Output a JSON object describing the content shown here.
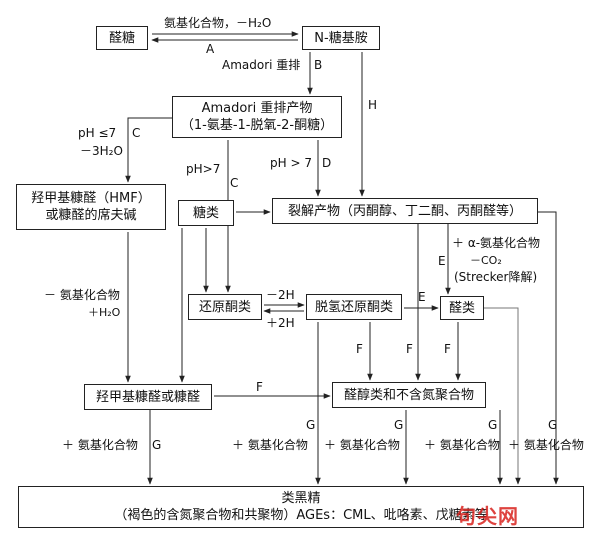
{
  "boxes": {
    "aldose": "醛糖",
    "n_glycosylamine": "N-糖基胺",
    "amadori_product_line1": "Amadori 重排产物",
    "amadori_product_line2": "（1-氨基-1-脱氧-2-酮糖）",
    "hmf_line1": "羟甲基糠醛（HMF）",
    "hmf_line2": "或糠醛的席夫碱",
    "sugars": "糖类",
    "fission_products": "裂解产物（丙酮醇、丁二酮、丙酮醛等）",
    "reductones": "还原酮类",
    "dehydroreductones": "脱氢还原酮类",
    "aldehydes": "醛类",
    "hmf_or_furfural": "羟甲基糠醛或糠醛",
    "aldols": "醛醇类和不含氮聚合物",
    "melanoidins_line1": "类黑精",
    "melanoidins_line2": "（褐色的含氮聚合物和共聚物）AGEs：CML、吡咯素、戊糖素等"
  },
  "labels": {
    "amino_compound_minus_water": "氨基化合物，－H₂O",
    "a": "A",
    "amadori_rearrangement": "Amadori 重排",
    "b": "B",
    "h": "H",
    "ph_le7": "pH ≤7",
    "c_left": "C",
    "minus_3h2o": "－3H₂O",
    "ph_gt7": "pH>7",
    "c_mid": "C",
    "ph_gt7_d": "pH > 7",
    "d": "D",
    "plus_alpha_amino": "＋ α-氨基化合物",
    "minus_co2": "－CO₂",
    "strecker": "(Strecker降解)",
    "e_upper": "E",
    "minus_amino_compound": "－ 氨基化合物",
    "plus_h2o": "＋H₂O",
    "minus_2h": "－2H",
    "plus_2h": "＋2H",
    "e_lower": "E",
    "f_1": "F",
    "f_2": "F",
    "f_3": "F",
    "f_left": "F",
    "g_1": "G",
    "g_2": "G",
    "g_3": "G",
    "g_4": "G",
    "g_5": "G",
    "plus_amino_1": "＋ 氨基化合物",
    "plus_amino_2": "＋ 氨基化合物",
    "plus_amino_3": "＋ 氨基化合物",
    "plus_amino_4": "＋ 氨基化合物",
    "plus_amino_5": "＋ 氨基化合物"
  },
  "watermark": "句尖网"
}
